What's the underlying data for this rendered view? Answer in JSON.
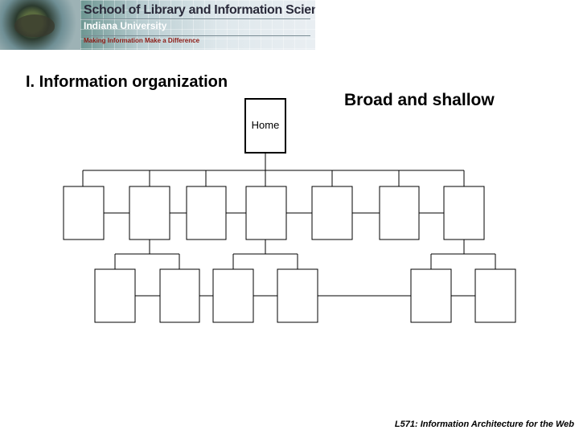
{
  "banner": {
    "line1": "School of Library and Information Science",
    "line2": "Indiana University",
    "line3": "Making Information Make a Difference"
  },
  "slide": {
    "title": "I.  Information organization",
    "subtitle": "Broad and shallow",
    "footer": "L571: Information Architecture for the Web"
  },
  "diagram": {
    "root_label": "Home",
    "level1_count": 7,
    "level2_count": 6
  }
}
